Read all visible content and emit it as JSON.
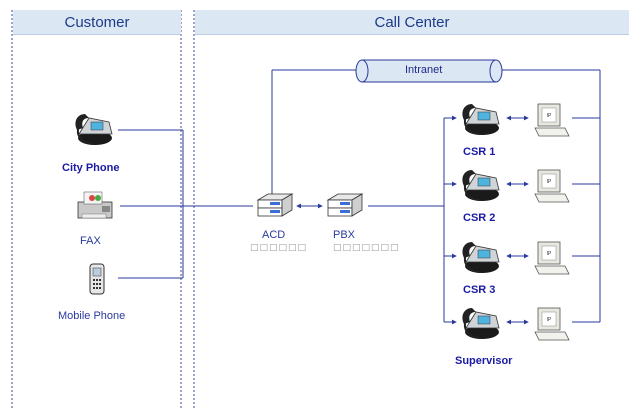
{
  "headers": {
    "customer": "Customer",
    "call_center": "Call Center"
  },
  "intranet": "Intranet",
  "customer_devices": [
    {
      "label": "City Phone",
      "icon": "desk-phone-icon"
    },
    {
      "label": "FAX",
      "icon": "fax-icon"
    },
    {
      "label": "Mobile Phone",
      "icon": "mobile-phone-icon"
    }
  ],
  "servers": [
    {
      "label": "ACD",
      "sub": "□□□□□□"
    },
    {
      "label": "PBX",
      "sub": "□□□□□□□"
    }
  ],
  "agents": [
    {
      "label": "CSR 1"
    },
    {
      "label": "CSR 2"
    },
    {
      "label": "CSR 3"
    },
    {
      "label": "Supervisor"
    }
  ],
  "colors": {
    "header_bg": "#dbe7f3",
    "line": "#2a3a9c",
    "border": "#3a4a9c"
  }
}
